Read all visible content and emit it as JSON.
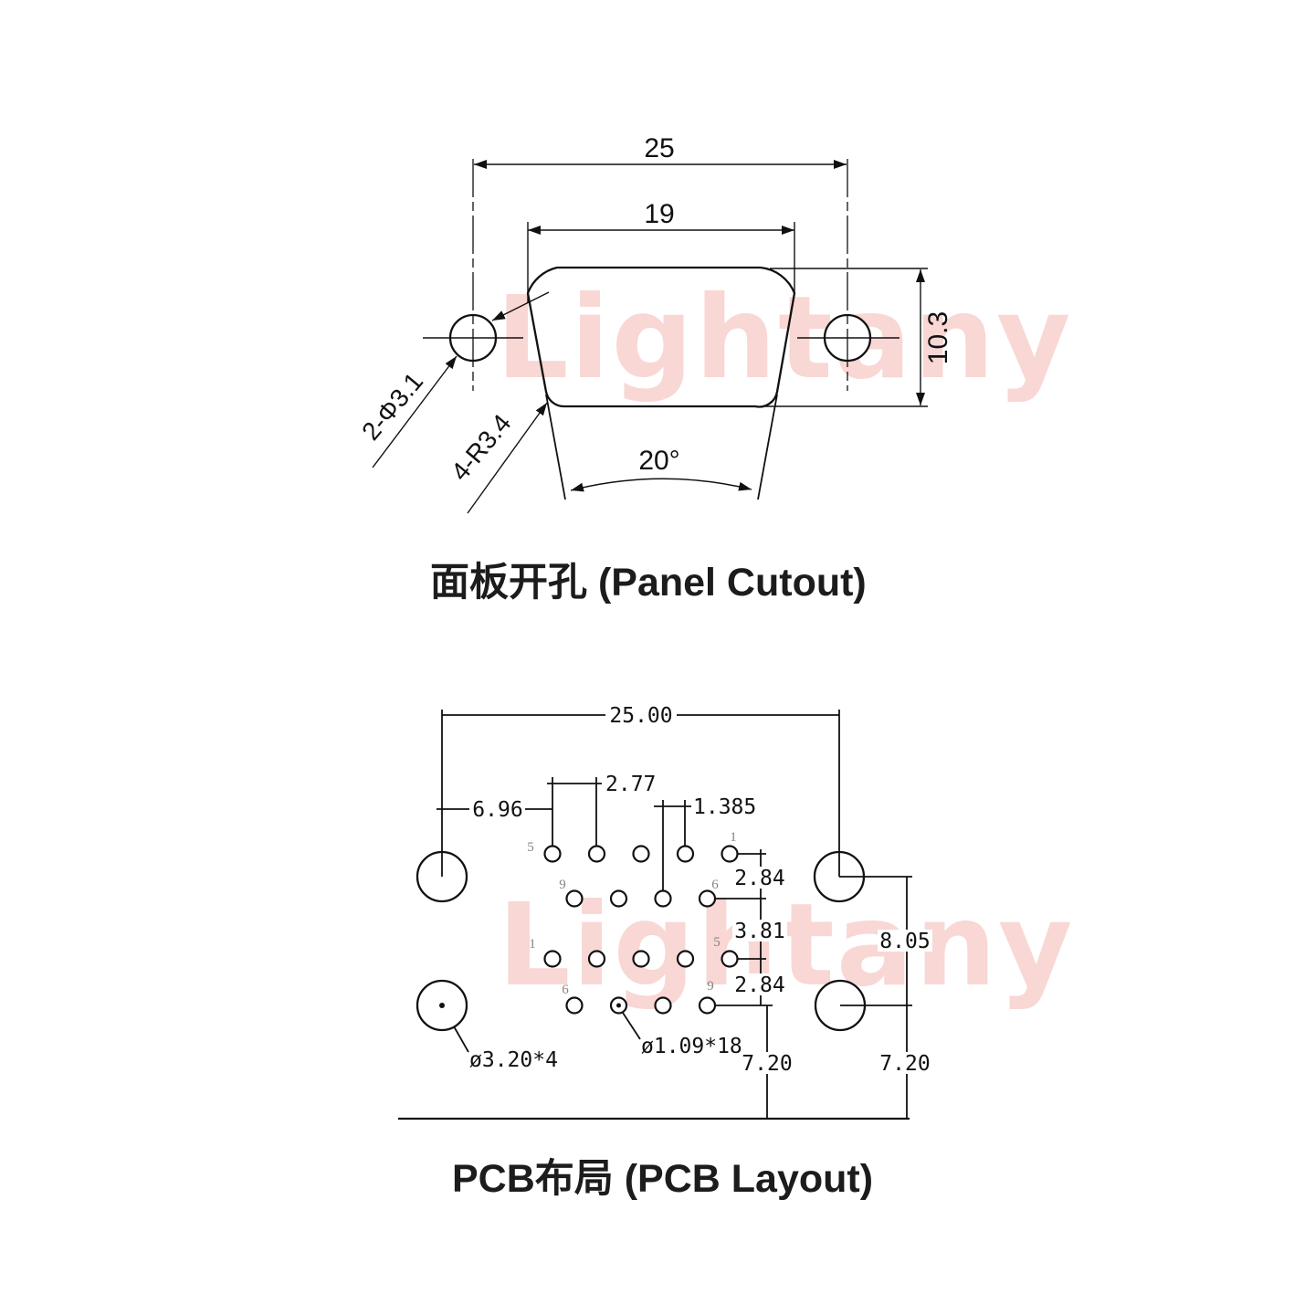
{
  "watermark": {
    "text": "Lightany",
    "color": "#f8d7d4"
  },
  "panel": {
    "title": "面板开孔 (Panel Cutout)",
    "dim_outer_width": "25",
    "dim_inner_width": "19",
    "dim_height": "10.3",
    "dim_angle": "20°",
    "note_holes": "2-Φ3.1",
    "note_corners": "4-R3.4"
  },
  "pcb": {
    "title": "PCB布局 (PCB Layout)",
    "dim_hole_span": "25.00",
    "dim_edge_to_pin": "6.96",
    "dim_pin_pitch": "2.77",
    "dim_half_pitch": "1.385",
    "dim_row_gap_top": "2.84",
    "dim_row_gap_mid": "3.81",
    "dim_row_gap_bot": "2.84",
    "dim_hole_gap": "8.05",
    "dim_pin_to_edge": "7.20",
    "dim_hole_to_edge": "7.20",
    "note_mount_holes": "ø3.20*4",
    "note_pin_holes": "ø1.09*18",
    "pins": {
      "r1_left": "5",
      "r1_right": "1",
      "r2_left": "9",
      "r2_right": "6",
      "r3_left": "1",
      "r3_right": "5",
      "r4_left": "6",
      "r4_right": "9"
    }
  }
}
